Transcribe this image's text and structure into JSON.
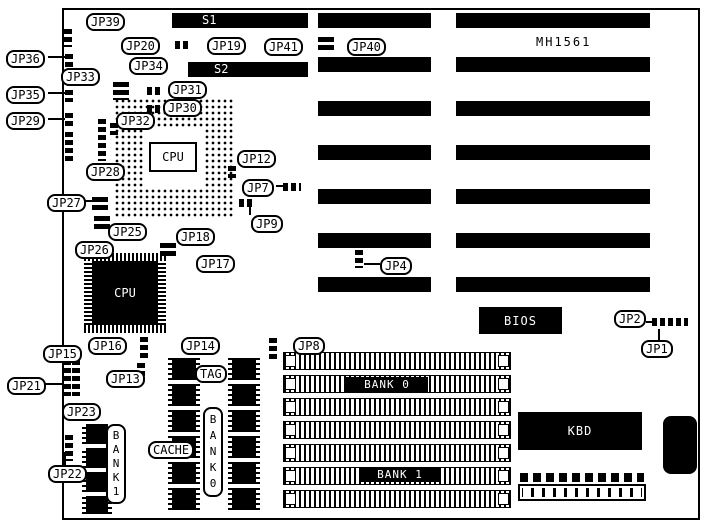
{
  "board": {
    "model": "MH1561"
  },
  "chips": {
    "s1": "S1",
    "s2": "S2",
    "cpu_socket": "CPU",
    "cpu_chip": "CPU",
    "bios": "BIOS",
    "kbd": "KBD",
    "bank0": "BANK 0",
    "bank1": "BANK 1"
  },
  "callouts": {
    "jp1": "JP1",
    "jp2": "JP2",
    "jp4": "JP4",
    "jp7": "JP7",
    "jp8": "JP8",
    "jp9": "JP9",
    "jp12": "JP12",
    "jp13": "JP13",
    "jp14": "JP14",
    "jp15": "JP15",
    "jp16": "JP16",
    "jp17": "JP17",
    "jp18": "JP18",
    "jp19": "JP19",
    "jp20": "JP20",
    "jp21": "JP21",
    "jp22": "JP22",
    "jp23": "JP23",
    "jp25": "JP25",
    "jp26": "JP26",
    "jp27": "JP27",
    "jp28": "JP28",
    "jp29": "JP29",
    "jp30": "JP30",
    "jp31": "JP31",
    "jp32": "JP32",
    "jp33": "JP33",
    "jp34": "JP34",
    "jp35": "JP35",
    "jp36": "JP36",
    "jp39": "JP39",
    "jp40": "JP40",
    "jp41": "JP41",
    "tag": "TAG",
    "cache": "CACHE",
    "bank0_col": "BANK0",
    "bank1_col": "BANK1"
  }
}
